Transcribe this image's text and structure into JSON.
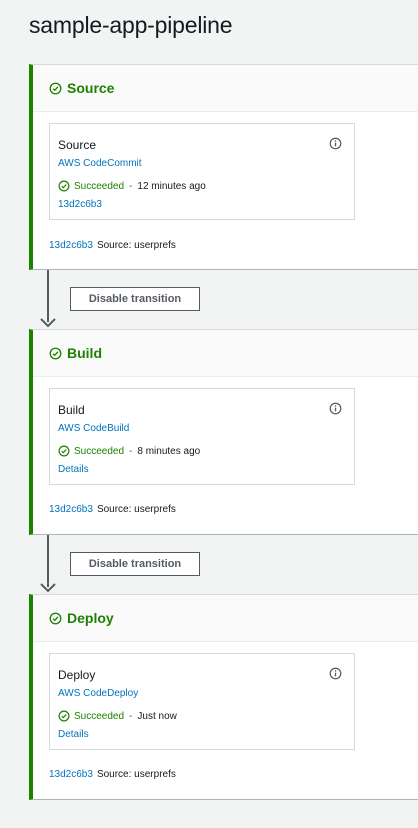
{
  "pipeline": {
    "title": "sample-app-pipeline"
  },
  "stages": [
    {
      "name": "Source",
      "action": {
        "name": "Source",
        "provider": "AWS CodeCommit",
        "status": "Succeeded",
        "time": "12 minutes ago",
        "link": "13d2c6b3"
      },
      "revision": {
        "id": "13d2c6b3",
        "source": "Source: userprefs"
      }
    },
    {
      "name": "Build",
      "action": {
        "name": "Build",
        "provider": "AWS CodeBuild",
        "status": "Succeeded",
        "time": "8 minutes ago",
        "link": "Details"
      },
      "revision": {
        "id": "13d2c6b3",
        "source": "Source: userprefs"
      }
    },
    {
      "name": "Deploy",
      "action": {
        "name": "Deploy",
        "provider": "AWS CodeDeploy",
        "status": "Succeeded",
        "time": "Just now",
        "link": "Details"
      },
      "revision": {
        "id": "13d2c6b3",
        "source": "Source: userprefs"
      }
    }
  ],
  "transitions": [
    {
      "label": "Disable transition"
    },
    {
      "label": "Disable transition"
    }
  ],
  "colors": {
    "success": "#1d8102",
    "link": "#0073bb",
    "border": "#545b64"
  },
  "icons": {
    "status": "check-circle-icon",
    "info": "info-icon"
  }
}
